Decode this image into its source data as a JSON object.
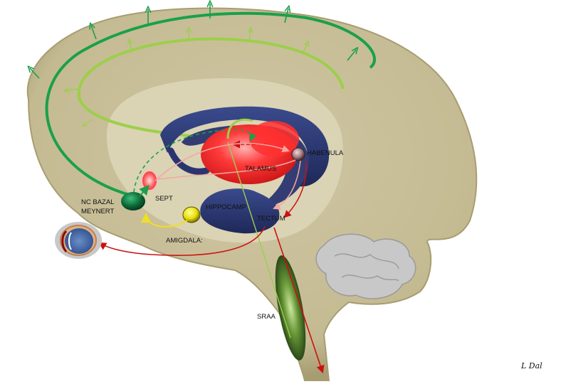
{
  "labels": {
    "nc_bazal": "NC BAZAL",
    "meynert": "MEYNERT",
    "sept": "SEPT",
    "talamus": "TALAMUS",
    "habenula": "HABENULA",
    "hippocamp": "HIPPOCAMP",
    "tectum": "TECTUM",
    "amigdala": "AMIGDALA:",
    "sraa": "SRAA"
  },
  "signature": "L Dal",
  "colors": {
    "brain_fill": "#c8bf9a",
    "brain_shadow": "#a89d72",
    "inner_light": "#e9e4cf",
    "thalamus_red": "#ff3030",
    "fornix_navy": "#2a3570",
    "cortical_green": "#1aa04a",
    "light_green": "#9ccf4a",
    "pink_arrow": "#f2a8a0",
    "red_arrow": "#cc1010",
    "yellow": "#f0e020",
    "amygdala_yellow": "#e8e010",
    "septum_red": "#ee4040",
    "meynert_green": "#0e6e3a",
    "habenula_mauve": "#a07a80",
    "sraa_green": "#4a7a2a"
  }
}
